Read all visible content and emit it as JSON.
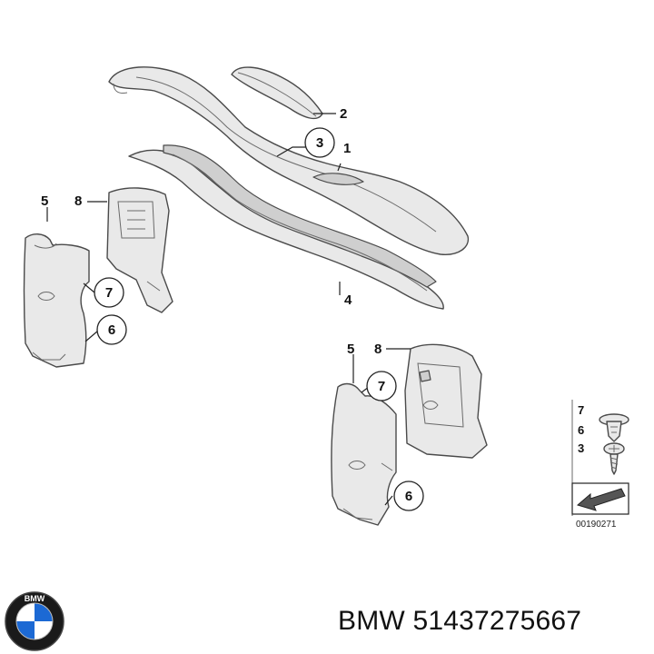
{
  "callouts": {
    "c1": "1",
    "c2": "2",
    "c3": "3",
    "c4": "4",
    "c5a": "5",
    "c8a": "8",
    "c7a": "7",
    "c6a": "6",
    "c5b": "5",
    "c8b": "8",
    "c7b": "7",
    "c6b": "6"
  },
  "legend": {
    "l7": "7",
    "l6": "6",
    "l3": "3"
  },
  "diagram_code": "00190271",
  "brand": {
    "text": "BMW 51437275667",
    "logo_lettering": "BMW"
  },
  "colors": {
    "line": "#4a4a4a",
    "fill": "#e9e9e9",
    "logo_blue": "#1c69d4"
  }
}
